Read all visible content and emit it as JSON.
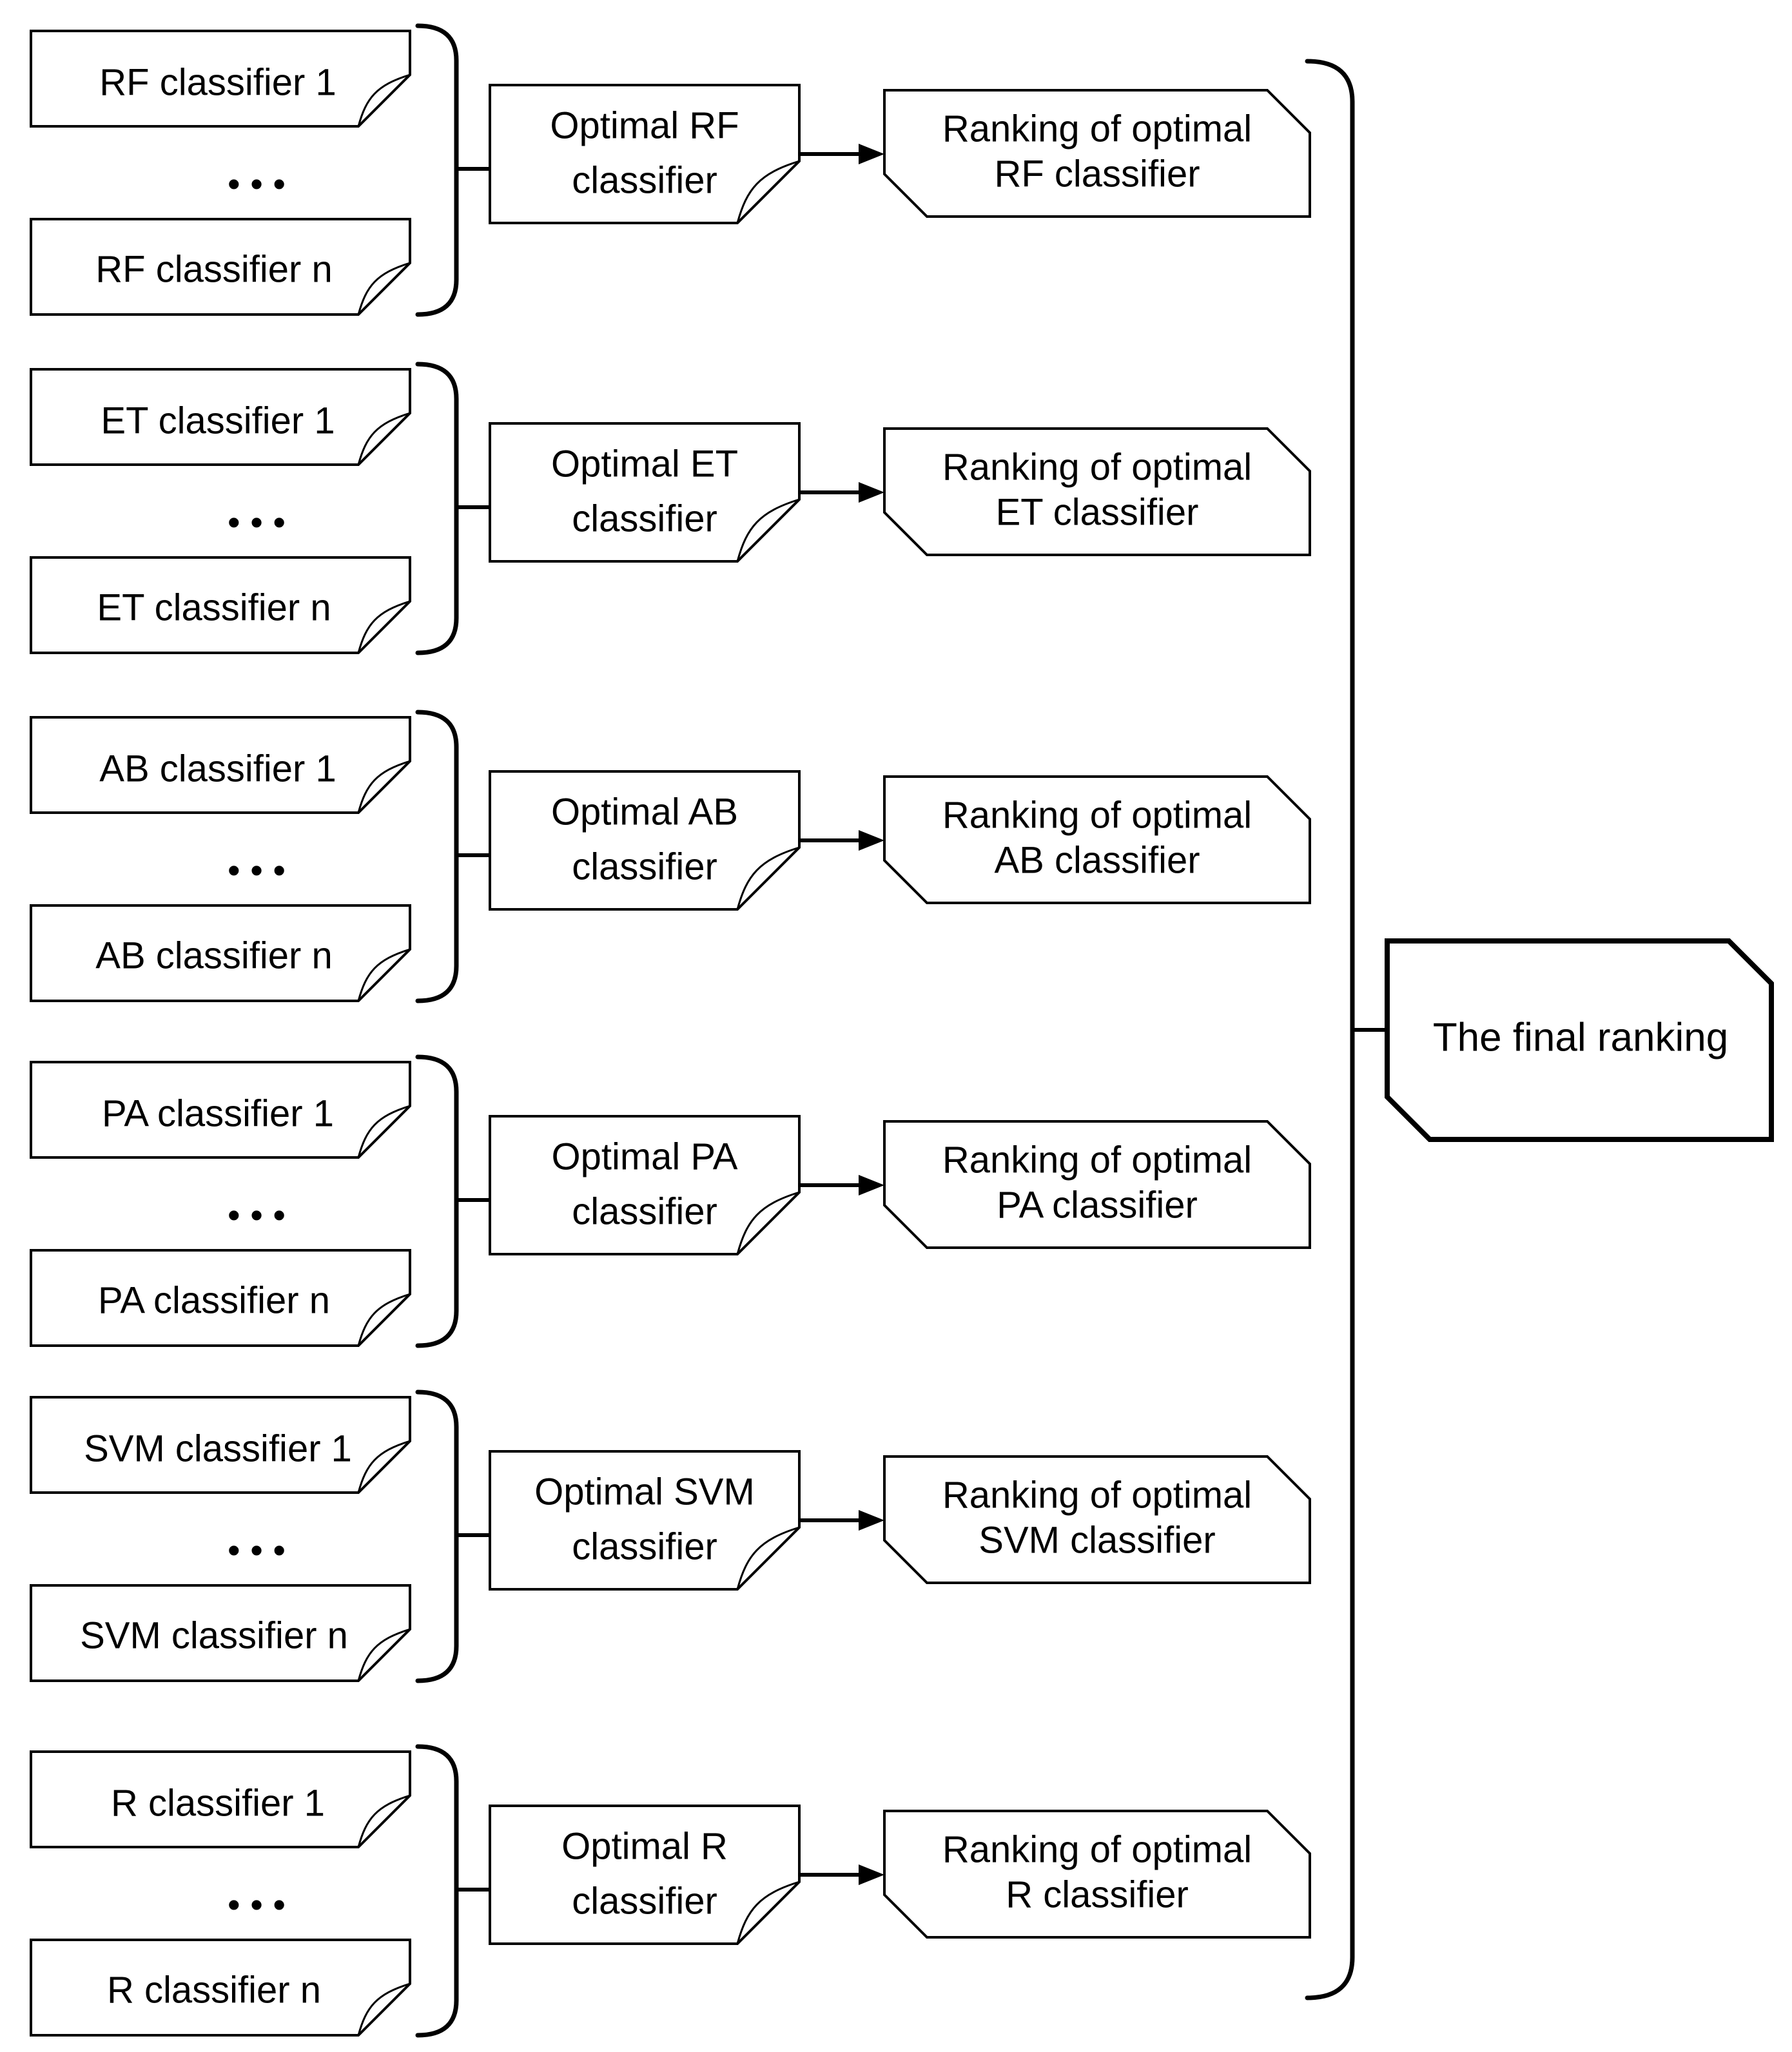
{
  "groups": [
    {
      "id": "rf",
      "classifier_first": "RF classifier 1",
      "ellipsis": "• • •",
      "classifier_last": "RF classifier n",
      "optimal_lines": [
        "Optimal RF",
        "classifier"
      ],
      "ranking_lines": [
        "Ranking of optimal",
        "RF classifier"
      ]
    },
    {
      "id": "et",
      "classifier_first": "ET classifier 1",
      "ellipsis": "• • •",
      "classifier_last": "ET classifier n",
      "optimal_lines": [
        "Optimal ET",
        "classifier"
      ],
      "ranking_lines": [
        "Ranking of optimal",
        "ET classifier"
      ]
    },
    {
      "id": "ab",
      "classifier_first": "AB classifier 1",
      "ellipsis": "• • •",
      "classifier_last": "AB classifier n",
      "optimal_lines": [
        "Optimal AB",
        "classifier"
      ],
      "ranking_lines": [
        "Ranking of optimal",
        "AB classifier"
      ]
    },
    {
      "id": "pa",
      "classifier_first": "PA classifier 1",
      "ellipsis": "• • •",
      "classifier_last": "PA classifier n",
      "optimal_lines": [
        "Optimal PA",
        "classifier"
      ],
      "ranking_lines": [
        "Ranking of optimal",
        "PA classifier"
      ]
    },
    {
      "id": "svm",
      "classifier_first": "SVM classifier 1",
      "ellipsis": "• • •",
      "classifier_last": "SVM classifier n",
      "optimal_lines": [
        "Optimal SVM",
        "classifier"
      ],
      "ranking_lines": [
        "Ranking of optimal",
        "SVM classifier"
      ]
    },
    {
      "id": "r",
      "classifier_first": "R classifier 1",
      "ellipsis": "• • •",
      "classifier_last": "R classifier n",
      "optimal_lines": [
        "Optimal R",
        "classifier"
      ],
      "ranking_lines": [
        "Ranking of optimal",
        "R classifier"
      ]
    }
  ],
  "final": {
    "label": "The final ranking"
  }
}
